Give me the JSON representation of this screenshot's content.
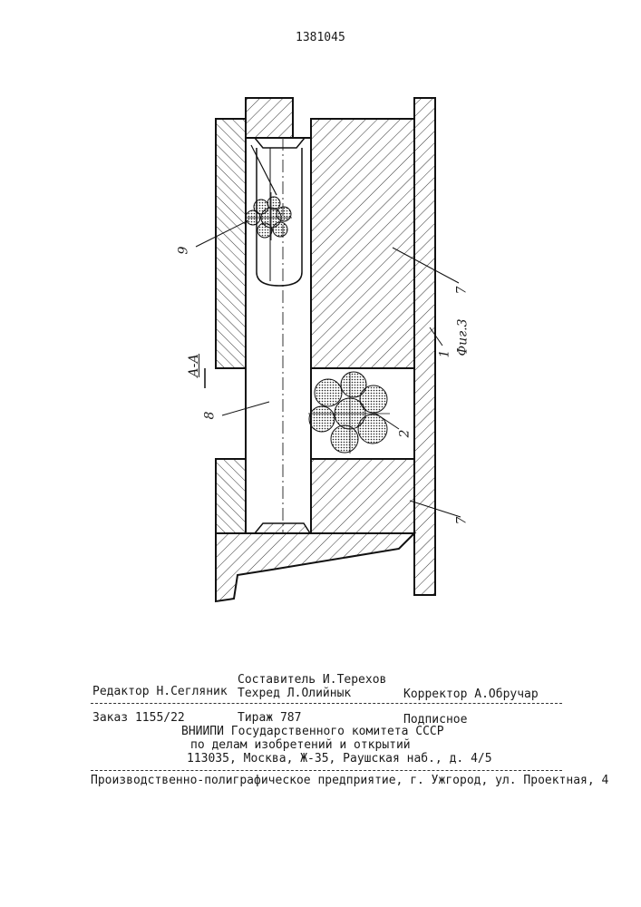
{
  "patent_number": "1381045",
  "figure_label": "Фиг.3",
  "section_label": "А-А",
  "callouts": {
    "c9": "9",
    "c8": "8",
    "c7a": "7",
    "c7b": "7",
    "c1": "1",
    "c2": "2"
  },
  "imprint": {
    "editor": "Редактор Н.Сегляник",
    "compiler": "Составитель И.Терехов",
    "techred": "Техред  Л.Олийнык",
    "corrector": "Корректор А.Обручар",
    "order": "Заказ 1155/22",
    "print_run": "Тираж 787",
    "subscription": "Подписное",
    "institute_line1": "ВНИИПИ Государственного комитета СССР",
    "institute_line2": "по делам изобретений и открытий",
    "institute_line3": "113035, Москва, Ж-35, Раушская наб., д. 4/5",
    "printer": "Производственно-полиграфическое предприятие, г. Ужгород, ул. Проектная, 4"
  }
}
